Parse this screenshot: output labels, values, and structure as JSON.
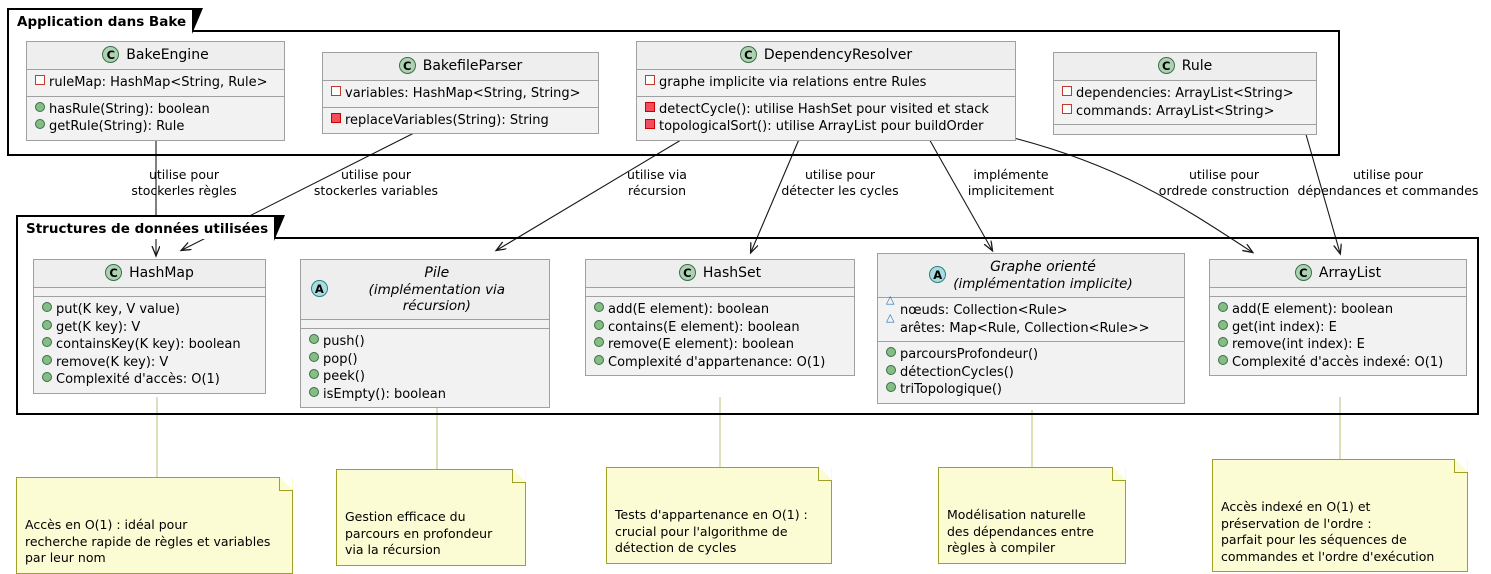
{
  "diagram": {
    "title": "Application dans Bake / Structures de données utilisées",
    "type": "uml-class-diagram"
  },
  "packages": [
    {
      "id": "pkg_app",
      "label": "Application dans Bake"
    },
    {
      "id": "pkg_ds",
      "label": "Structures de données utilisées"
    }
  ],
  "classes": [
    {
      "id": "BakeEngine",
      "name": "BakeEngine",
      "stereotype": "C",
      "abstract": false,
      "subtitle": "",
      "attributes": [
        {
          "visibility": "private",
          "text": "ruleMap: HashMap<String, Rule>"
        }
      ],
      "methods": [
        {
          "visibility": "public",
          "text": "hasRule(String): boolean"
        },
        {
          "visibility": "public",
          "text": "getRule(String): Rule"
        }
      ]
    },
    {
      "id": "BakefileParser",
      "name": "BakefileParser",
      "stereotype": "C",
      "abstract": false,
      "subtitle": "",
      "attributes": [
        {
          "visibility": "private",
          "text": "variables: HashMap<String, String>"
        }
      ],
      "methods": [
        {
          "visibility": "private-filled",
          "text": "replaceVariables(String): String"
        }
      ]
    },
    {
      "id": "DependencyResolver",
      "name": "DependencyResolver",
      "stereotype": "C",
      "abstract": false,
      "subtitle": "",
      "attributes": [
        {
          "visibility": "private",
          "text": "graphe implicite via relations entre Rules"
        }
      ],
      "methods": [
        {
          "visibility": "private-filled",
          "text": "detectCycle(): utilise HashSet pour visited et stack"
        },
        {
          "visibility": "private-filled",
          "text": "topologicalSort(): utilise ArrayList pour buildOrder"
        }
      ]
    },
    {
      "id": "Rule",
      "name": "Rule",
      "stereotype": "C",
      "abstract": false,
      "subtitle": "",
      "attributes": [
        {
          "visibility": "private",
          "text": "dependencies: ArrayList<String>"
        },
        {
          "visibility": "private",
          "text": "commands: ArrayList<String>"
        }
      ],
      "methods": []
    },
    {
      "id": "HashMap",
      "name": "HashMap",
      "stereotype": "C",
      "abstract": false,
      "subtitle": "",
      "attributes": [],
      "methods": [
        {
          "visibility": "public",
          "text": "put(K key, V value)"
        },
        {
          "visibility": "public",
          "text": "get(K key): V"
        },
        {
          "visibility": "public",
          "text": "containsKey(K key): boolean"
        },
        {
          "visibility": "public",
          "text": "remove(K key): V"
        },
        {
          "visibility": "public",
          "text": "Complexité d'accès: O(1)"
        }
      ]
    },
    {
      "id": "Pile",
      "name": "Pile",
      "stereotype": "A",
      "abstract": true,
      "subtitle": "(implémentation via récursion)",
      "attributes": [],
      "methods": [
        {
          "visibility": "public",
          "text": "push()"
        },
        {
          "visibility": "public",
          "text": "pop()"
        },
        {
          "visibility": "public",
          "text": "peek()"
        },
        {
          "visibility": "public",
          "text": "isEmpty(): boolean"
        }
      ]
    },
    {
      "id": "HashSet",
      "name": "HashSet",
      "stereotype": "C",
      "abstract": false,
      "subtitle": "",
      "attributes": [],
      "methods": [
        {
          "visibility": "public",
          "text": "add(E element): boolean"
        },
        {
          "visibility": "public",
          "text": "contains(E element): boolean"
        },
        {
          "visibility": "public",
          "text": "remove(E element): boolean"
        },
        {
          "visibility": "public",
          "text": "Complexité d'appartenance: O(1)"
        }
      ]
    },
    {
      "id": "Graphe",
      "name": "Graphe orienté",
      "stereotype": "A",
      "abstract": true,
      "subtitle": "(implémentation implicite)",
      "attributes": [
        {
          "visibility": "protected",
          "text": "nœuds: Collection<Rule>"
        },
        {
          "visibility": "protected",
          "text": "arêtes: Map<Rule, Collection<Rule>>"
        }
      ],
      "methods": [
        {
          "visibility": "public",
          "text": "parcoursProfondeur()"
        },
        {
          "visibility": "public",
          "text": "détectionCycles()"
        },
        {
          "visibility": "public",
          "text": "triTopologique()"
        }
      ]
    },
    {
      "id": "ArrayList",
      "name": "ArrayList",
      "stereotype": "C",
      "abstract": false,
      "subtitle": "",
      "attributes": [],
      "methods": [
        {
          "visibility": "public",
          "text": "add(E element): boolean"
        },
        {
          "visibility": "public",
          "text": "get(int index): E"
        },
        {
          "visibility": "public",
          "text": "remove(int index): E"
        },
        {
          "visibility": "public",
          "text": "Complexité d'accès indexé: O(1)"
        }
      ]
    }
  ],
  "edges": [
    {
      "id": "e1",
      "from": "BakeEngine",
      "to": "HashMap",
      "label": "utilise pour\nstockerles règles"
    },
    {
      "id": "e2",
      "from": "BakefileParser",
      "to": "HashMap",
      "label": "utilise pour\nstockerles variables"
    },
    {
      "id": "e3",
      "from": "DependencyResolver",
      "to": "Pile",
      "label": "utilise via\nrécursion"
    },
    {
      "id": "e4",
      "from": "DependencyResolver",
      "to": "HashSet",
      "label": "utilise pour\ndétecter les cycles"
    },
    {
      "id": "e5",
      "from": "DependencyResolver",
      "to": "Graphe",
      "label": "implémente\nimplicitement"
    },
    {
      "id": "e6",
      "from": "DependencyResolver",
      "to": "ArrayList",
      "label": "utilise pour\nordrede construction"
    },
    {
      "id": "e7",
      "from": "Rule",
      "to": "ArrayList",
      "label": "utilise pour\ndépendances et commandes"
    }
  ],
  "notes": [
    {
      "id": "n1",
      "attached_to": "HashMap",
      "text": "Accès en O(1) : idéal pour\nrecherche rapide de règles et variables\npar leur nom"
    },
    {
      "id": "n2",
      "attached_to": "Pile",
      "text": "Gestion efficace du\nparcours en profondeur\nvia la récursion"
    },
    {
      "id": "n3",
      "attached_to": "HashSet",
      "text": "Tests d'appartenance en O(1) :\ncrucial pour l'algorithme de\ndétection de cycles"
    },
    {
      "id": "n4",
      "attached_to": "Graphe",
      "text": "Modélisation naturelle\ndes dépendances entre\nrègles à compiler"
    },
    {
      "id": "n5",
      "attached_to": "ArrayList",
      "text": "Accès indexé en O(1) et\npréservation de l'ordre :\nparfait pour les séquences de\ncommandes et l'ordre d'exécution"
    }
  ],
  "colors": {
    "class_fill": "#f2f2f2",
    "class_header": "#eeeeee",
    "class_border": "#a0a0a0",
    "stereotype_class": "#add1b2",
    "stereotype_abstract": "#a9dcdf",
    "note_fill": "#fbfbd4",
    "note_border": "#a0a024",
    "public_marker": "#84be84",
    "private_marker": "#f24d5c",
    "protected_marker": "#1d6fb8",
    "line": "#181818"
  }
}
